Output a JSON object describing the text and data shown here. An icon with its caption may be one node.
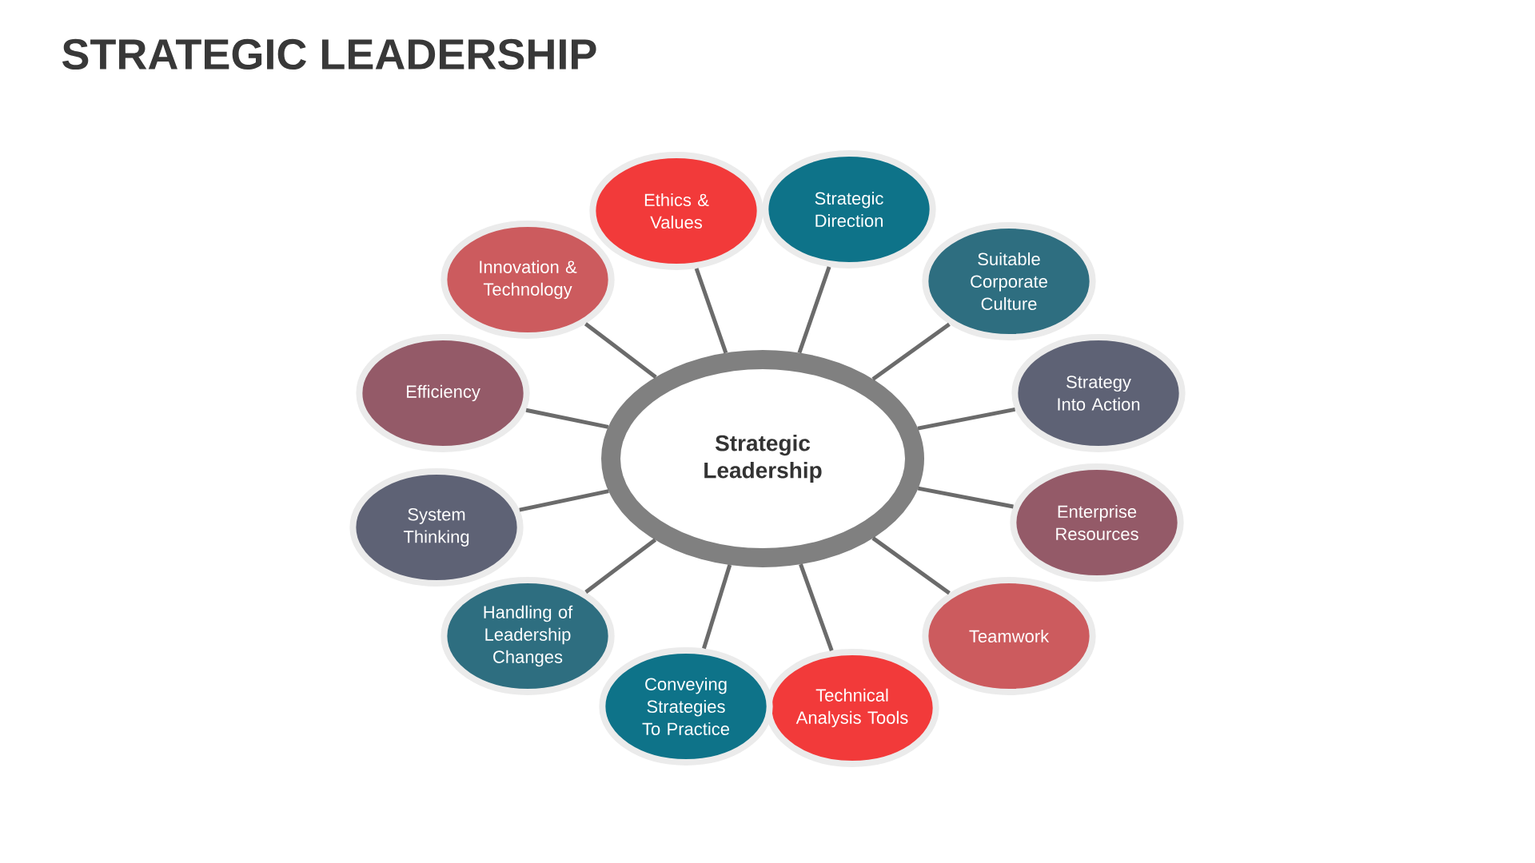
{
  "diagram": {
    "title": "STRATEGIC LEADERSHIP",
    "nodes": [
      {
        "text": [
          "Strategic Leadership"
        ]
      },
      {
        "text": [
          "Ethics & Values"
        ]
      },
      {
        "text": [
          "Strategic Direction"
        ]
      },
      {
        "text": [
          "Suitable Corporate Culture"
        ]
      },
      {
        "text": [
          "Strategy Into Action"
        ]
      },
      {
        "text": [
          "Enterprise Resources"
        ]
      },
      {
        "text": [
          "Teamwork"
        ]
      },
      {
        "text": [
          "Technical Analysis Tools"
        ]
      },
      {
        "text": [
          "Conveying Strategies To Practice"
        ]
      },
      {
        "text": [
          "Handling of Leadership Changes"
        ]
      },
      {
        "text": [
          "System Thinking"
        ]
      },
      {
        "text": [
          "Efficiency"
        ]
      },
      {
        "text": [
          "Innovation & Technology"
        ]
      }
    ],
    "edges": [
      {
        "from": 0,
        "to": 1,
        "arrow": "none"
      },
      {
        "from": 0,
        "to": 2,
        "arrow": "none"
      },
      {
        "from": 0,
        "to": 3,
        "arrow": "none"
      },
      {
        "from": 0,
        "to": 4,
        "arrow": "none"
      },
      {
        "from": 0,
        "to": 5,
        "arrow": "none"
      },
      {
        "from": 0,
        "to": 6,
        "arrow": "none"
      },
      {
        "from": 0,
        "to": 7,
        "arrow": "none"
      },
      {
        "from": 0,
        "to": 8,
        "arrow": "none"
      },
      {
        "from": 0,
        "to": 9,
        "arrow": "none"
      },
      {
        "from": 0,
        "to": 10,
        "arrow": "none"
      },
      {
        "from": 0,
        "to": 11,
        "arrow": "none"
      },
      {
        "from": 0,
        "to": 12,
        "arrow": "none"
      }
    ]
  }
}
